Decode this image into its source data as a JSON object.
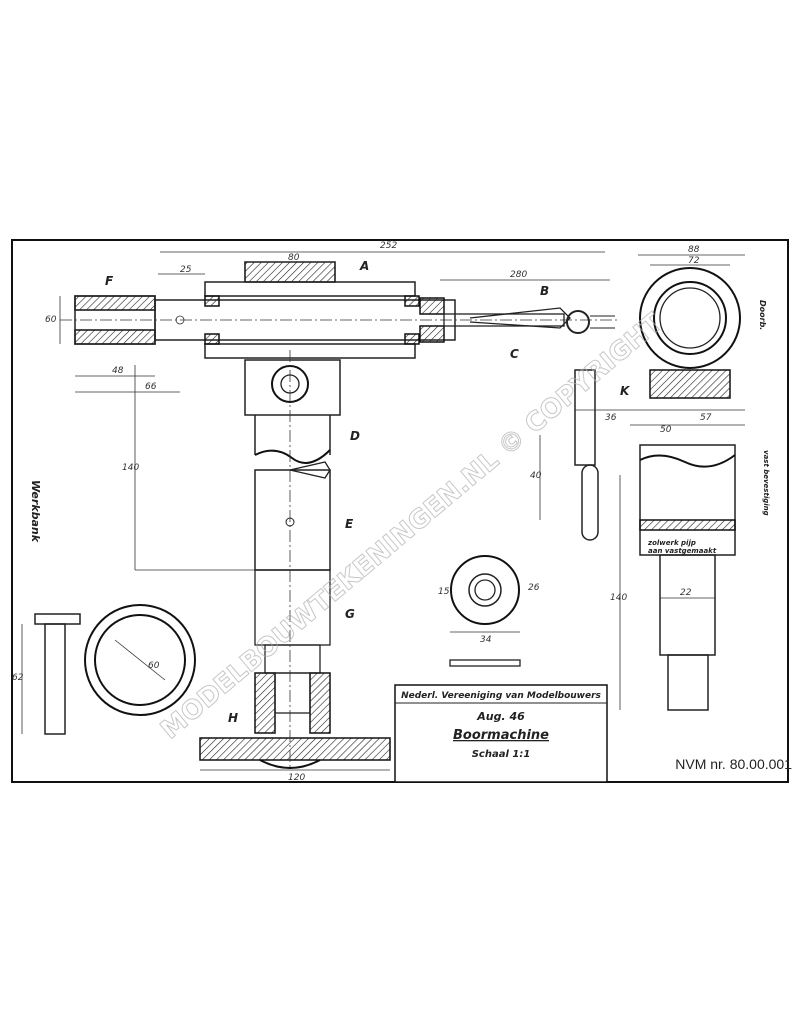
{
  "title_block": {
    "org": "Nederl. Vereeniging van Modelbouwers",
    "number": "Aug. 46",
    "name": "Boormachine",
    "scale": "Schaal 1:1"
  },
  "catalog_number": "NVM nr. 80.00.001",
  "watermark": "MODELBOUWTEKENINGEN.NL © COPYRIGHT",
  "side_label": "Werkbank",
  "dimensions": {
    "d252": "252",
    "d80": "80",
    "d25": "25",
    "d280": "280",
    "d48": "48",
    "d60": "60",
    "d40": "40",
    "d66": "66",
    "d120": "120",
    "d72": "72",
    "d88": "88",
    "d36": "36",
    "d57": "57",
    "d50": "50",
    "d140": "140",
    "d22": "22",
    "d26": "26",
    "d34": "34",
    "d15": "15",
    "d62": "62"
  },
  "part_labels": {
    "A": "A",
    "B": "B",
    "C": "C",
    "D": "D",
    "E": "E",
    "F": "F",
    "G": "G",
    "H": "H",
    "K": "K"
  },
  "notes": {
    "note1": "zolwerk pijp",
    "note2": "aan vastgemaakt",
    "note3": "vast bevestiging",
    "note4": "Doorb."
  }
}
